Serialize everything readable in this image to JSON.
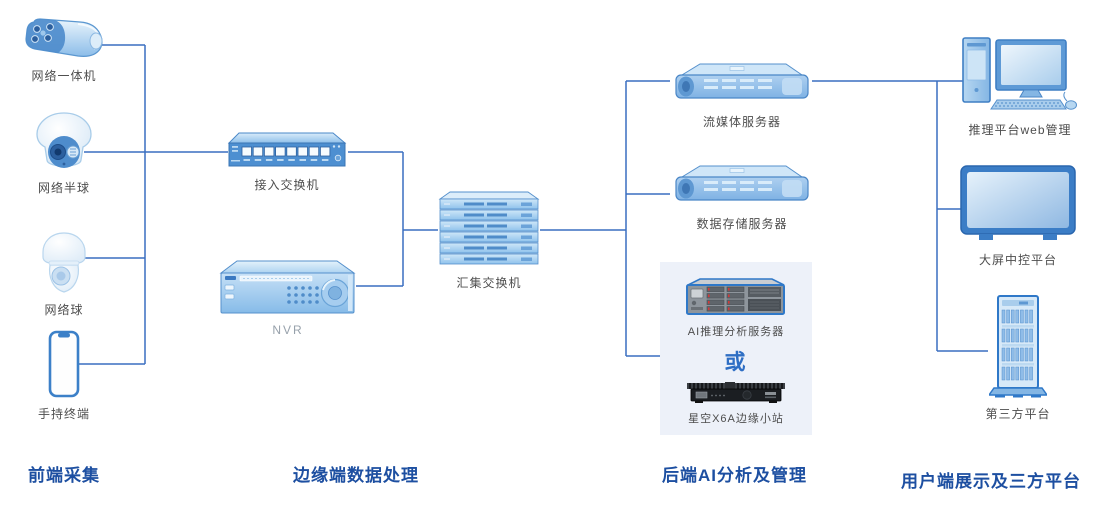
{
  "diagram": {
    "sections": [
      {
        "title": "前端采集"
      },
      {
        "title": "边缘端数据处理"
      },
      {
        "title": "后端AI分析及管理"
      },
      {
        "title": "用户端展示及三方平台"
      }
    ],
    "nodes": {
      "bullet_camera": {
        "label": "网络一体机"
      },
      "dome_camera": {
        "label": "网络半球"
      },
      "ptz_camera": {
        "label": "网络球"
      },
      "handheld_terminal": {
        "label": "手持终端"
      },
      "access_switch": {
        "label": "接入交换机"
      },
      "nvr": {
        "label": "NVR"
      },
      "aggregation_switch": {
        "label": "汇集交换机"
      },
      "streaming_server": {
        "label": "流媒体服务器"
      },
      "storage_server": {
        "label": "数据存储服务器"
      },
      "ai_inference_server": {
        "label": "AI推理分析服务器"
      },
      "or_text": {
        "label": "或"
      },
      "edge_station": {
        "label": "星空X6A边缘小站"
      },
      "web_management": {
        "label": "推理平台web管理"
      },
      "control_platform": {
        "label": "大屏中控平台"
      },
      "third_party_platform": {
        "label": "第三方平台"
      }
    },
    "colors": {
      "connector": "#3a6fc0",
      "section_title": "#1d4fa1",
      "node_label": "#4d4d4d",
      "or_text": "#2e6ec4",
      "group_background": "#edf1f9",
      "device_primary": "#4d8fd1",
      "device_light": "#cfe7f8",
      "device_stroke": "#3f7fc4"
    }
  }
}
